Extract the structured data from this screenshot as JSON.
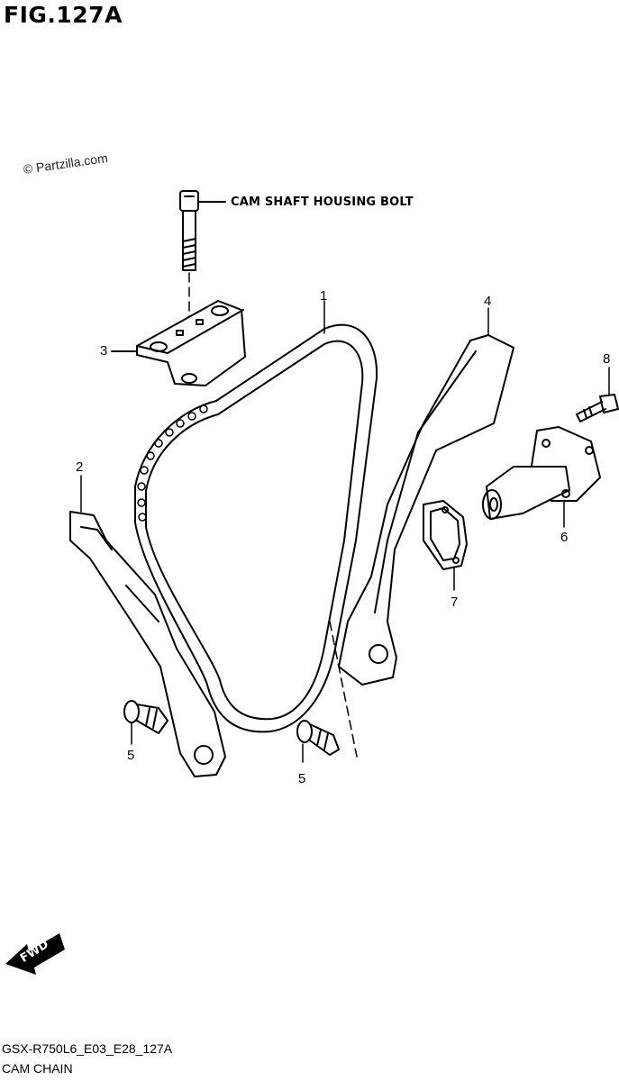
{
  "figure": {
    "title": "FIG.127A"
  },
  "watermark": "© Partzilla.com",
  "labels": {
    "bolt": "CAM SHAFT HOUSING BOLT",
    "fwd": "FWD"
  },
  "callouts": [
    "1",
    "2",
    "3",
    "4",
    "5",
    "5",
    "6",
    "7",
    "8"
  ],
  "footer": {
    "code": "GSX-R750L6_E03_E28_127A",
    "name": "CAM CHAIN"
  }
}
